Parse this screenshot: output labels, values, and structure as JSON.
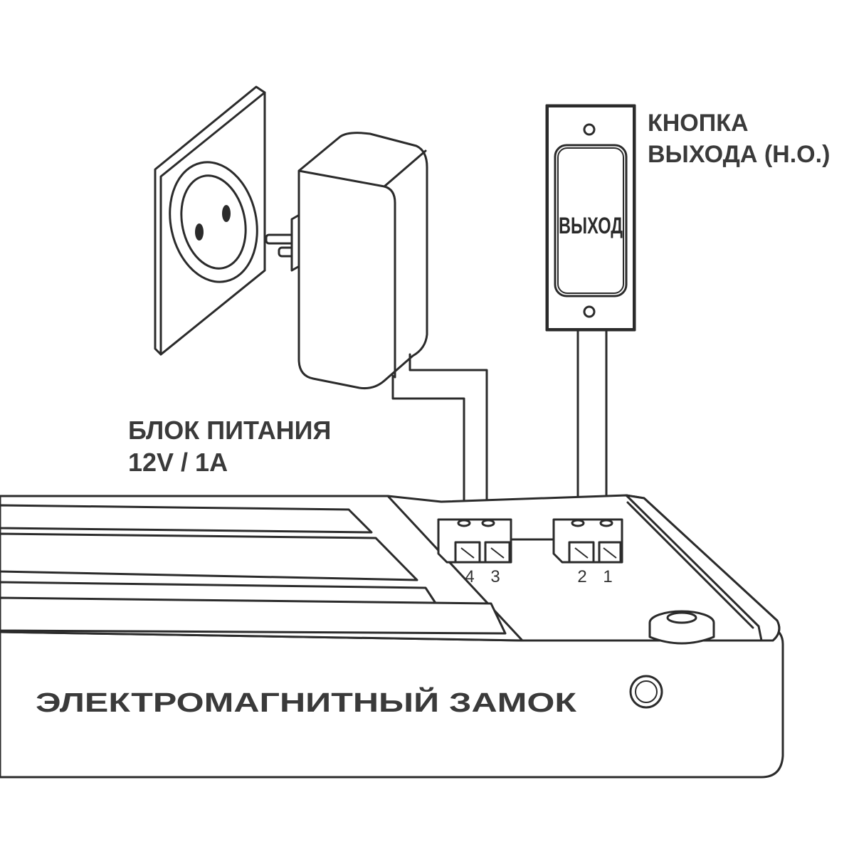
{
  "labels": {
    "exit_button": [
      "КНОПКА",
      "ВЫХОДА (Н.О.)"
    ],
    "exit_button_face": "ВЫХОД",
    "power_supply": [
      "БЛОК ПИТАНИЯ",
      "12V / 1A"
    ],
    "lock": "ЭЛЕКТРОМАГНИТНЫЙ ЗАМОК"
  },
  "terminals": [
    "4",
    "3",
    "2",
    "1"
  ],
  "colors": {
    "line": "#2b2b2b",
    "text": "#3a3a3a",
    "background": "#ffffff"
  },
  "icons": [
    "wall-socket-icon",
    "power-adapter-icon",
    "exit-button-icon",
    "terminal-block-icon",
    "magnetic-lock-icon"
  ]
}
